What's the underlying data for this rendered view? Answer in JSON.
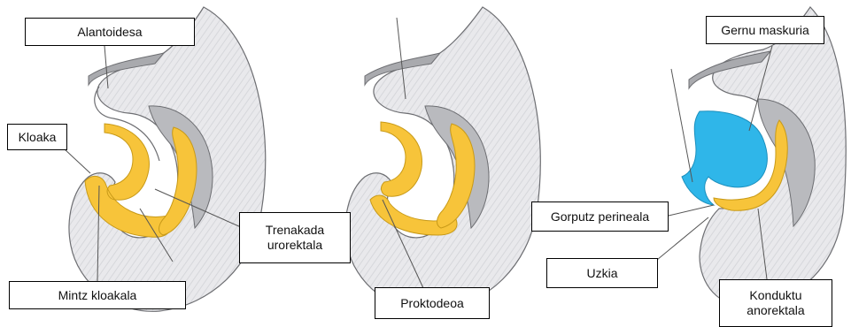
{
  "colors": {
    "tissue_fill": "#e9e9ec",
    "tissue_stripe": "#cfd0d4",
    "outline": "#6d6e72",
    "inner_gray": "#a9aaae",
    "yellow": "#f7c43a",
    "blue": "#2fb6e9"
  },
  "panels": [
    {
      "labels": {
        "alantoidesa": "Alantoidesa",
        "kloaka": "Kloaka",
        "trenakada_line1": "Trenakada",
        "trenakada_line2": "urorektala",
        "mintz_kloakala": "Mintz kloakala"
      }
    },
    {
      "labels": {
        "proktodeoa": "Proktodeoa"
      }
    },
    {
      "labels": {
        "gernu_maskuria": "Gernu maskuria",
        "gorputz_perineala": "Gorputz perineala",
        "uzkia": "Uzkia",
        "konduktu_line1": "Konduktu",
        "konduktu_line2": "anorektala"
      }
    }
  ]
}
